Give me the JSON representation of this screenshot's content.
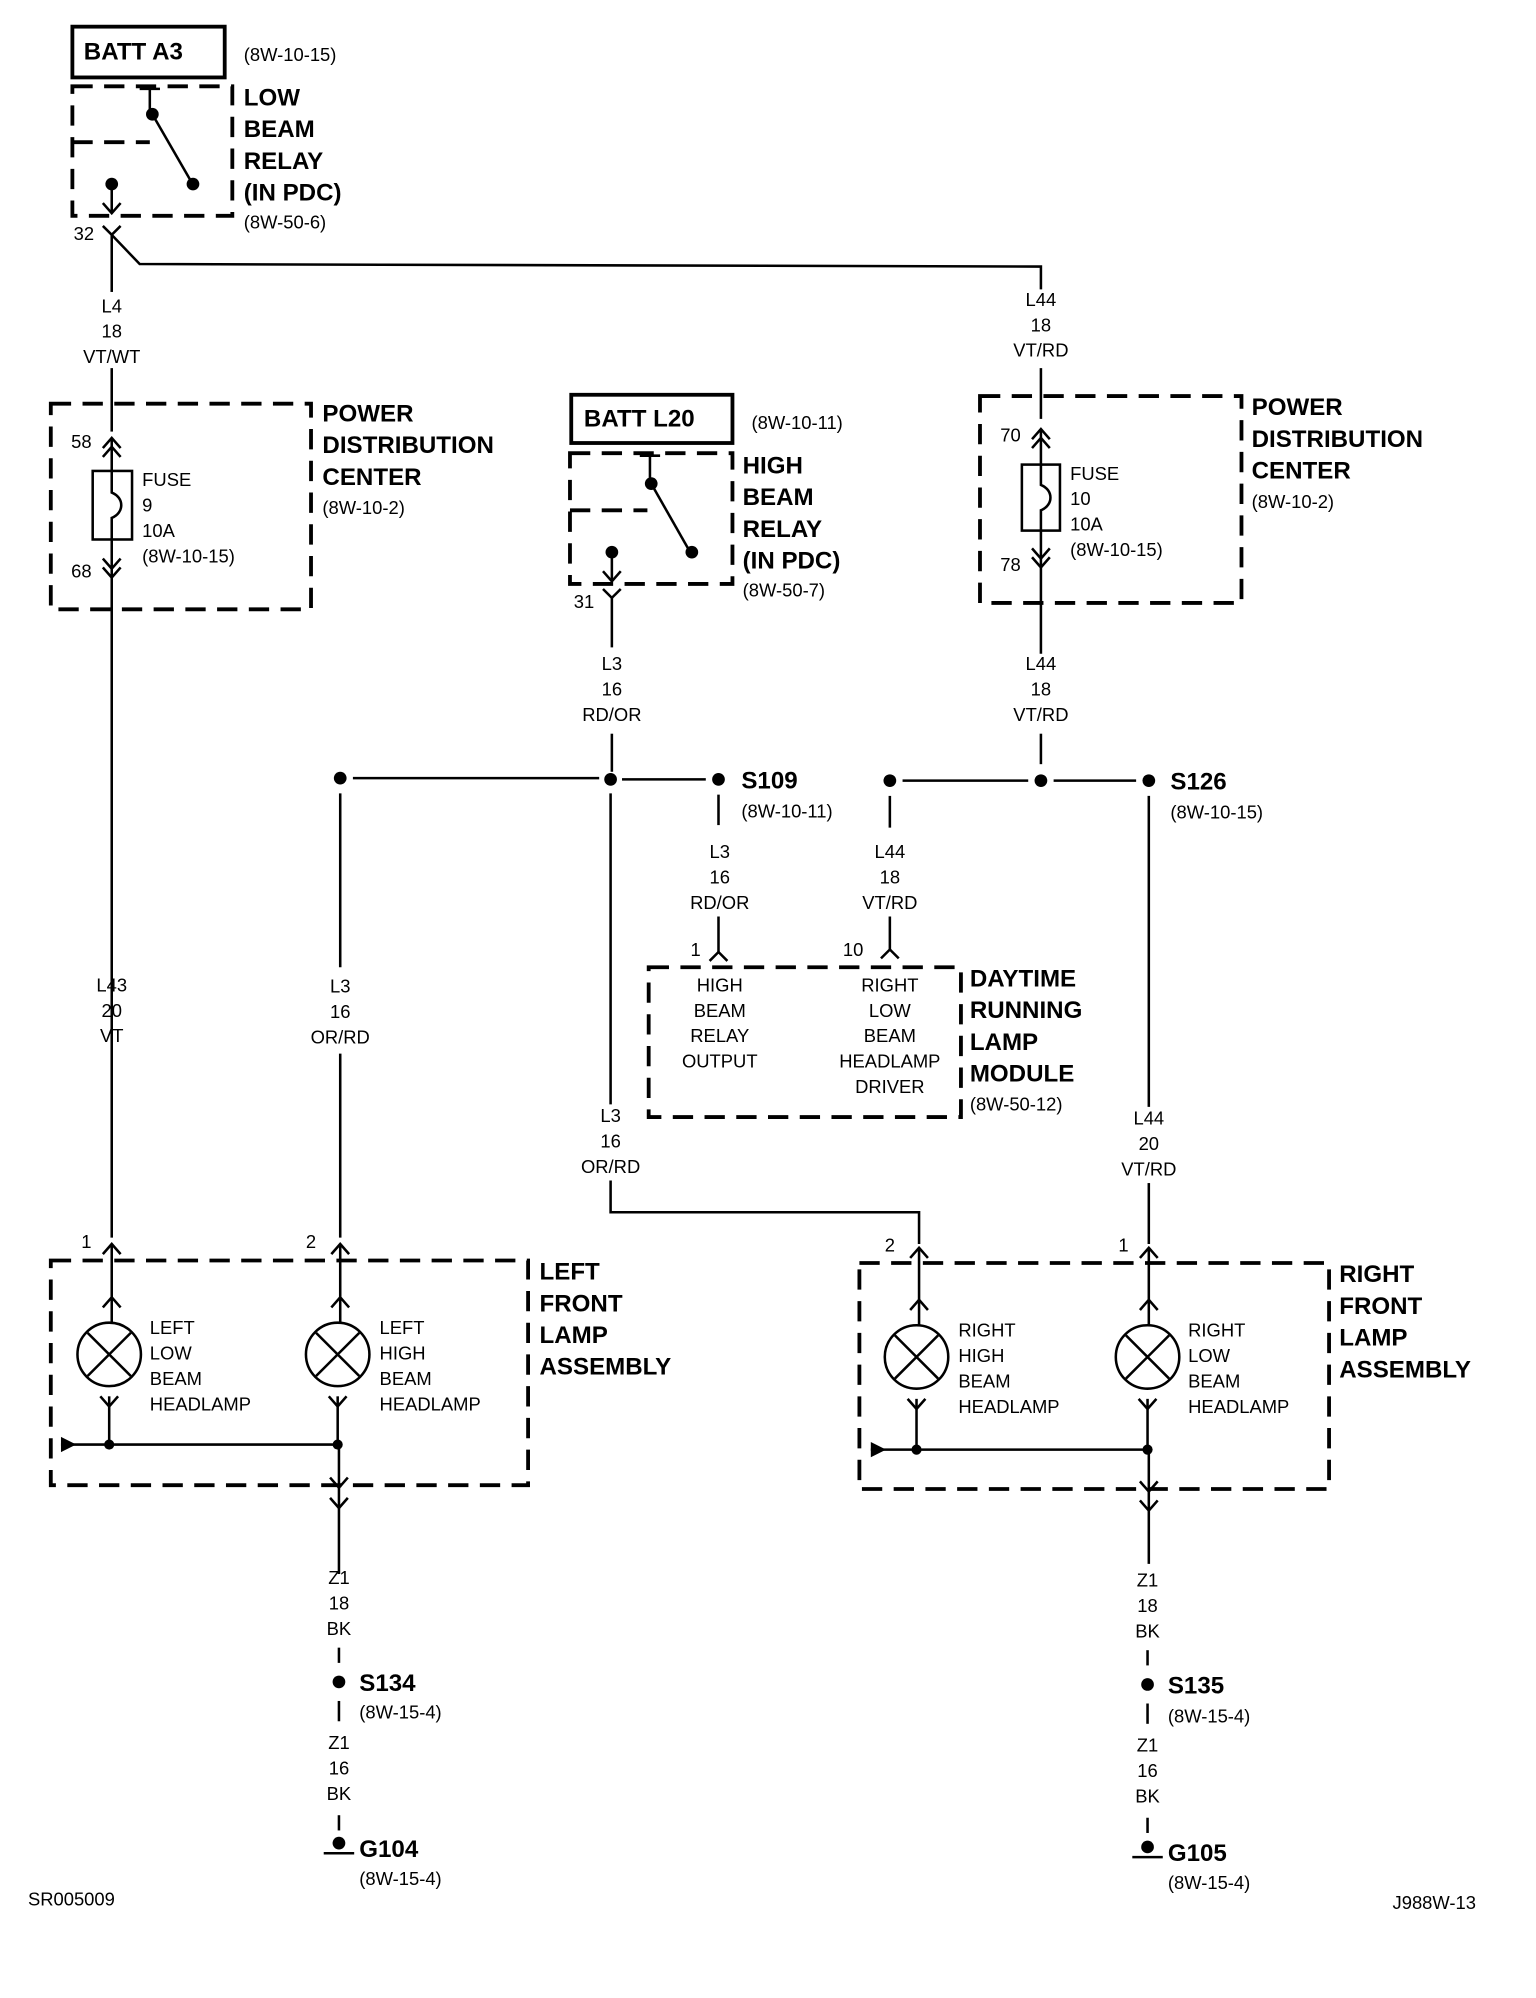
{
  "footer": {
    "left_code": "SR005009",
    "right_code": "J988W-13"
  },
  "batt_a3": {
    "label": "BATT A3",
    "ref": "(8W-10-15)"
  },
  "low_beam_relay": {
    "name": [
      "LOW",
      "BEAM",
      "RELAY",
      "(IN PDC)"
    ],
    "ref": "(8W-50-6)",
    "pin": "32"
  },
  "wire_l4": [
    "L4",
    "18",
    "VT/WT"
  ],
  "wire_l44_top": [
    "L44",
    "18",
    "VT/RD"
  ],
  "pdc_left": {
    "name": [
      "POWER",
      "DISTRIBUTION",
      "CENTER"
    ],
    "ref": "(8W-10-2)",
    "pin_in": "58",
    "pin_out": "68",
    "fuse": [
      "FUSE",
      "9",
      "10A",
      "(8W-10-15)"
    ]
  },
  "pdc_right": {
    "name": [
      "POWER",
      "DISTRIBUTION",
      "CENTER"
    ],
    "ref": "(8W-10-2)",
    "pin_in": "70",
    "pin_out": "78",
    "fuse": [
      "FUSE",
      "10",
      "10A",
      "(8W-10-15)"
    ]
  },
  "batt_l20": {
    "label": "BATT L20",
    "ref": "(8W-10-11)"
  },
  "high_beam_relay": {
    "name": [
      "HIGH",
      "BEAM",
      "RELAY",
      "(IN PDC)"
    ],
    "ref": "(8W-50-7)",
    "pin": "31"
  },
  "wire_l3_relay": [
    "L3",
    "16",
    "RD/OR"
  ],
  "wire_l44_pdc": [
    "L44",
    "18",
    "VT/RD"
  ],
  "splice_s109": {
    "label": "S109",
    "ref": "(8W-10-11)"
  },
  "splice_s126": {
    "label": "S126",
    "ref": "(8W-10-15)"
  },
  "wire_l3_drl": [
    "L3",
    "16",
    "RD/OR"
  ],
  "wire_l44_drl": [
    "L44",
    "18",
    "VT/RD"
  ],
  "drl_module": {
    "name": [
      "DAYTIME",
      "RUNNING",
      "LAMP",
      "MODULE"
    ],
    "ref": "(8W-50-12)",
    "pin_a": "1",
    "pin_b": "10",
    "input_a": [
      "HIGH",
      "BEAM",
      "RELAY",
      "OUTPUT"
    ],
    "input_b": [
      "RIGHT",
      "LOW",
      "BEAM",
      "HEADLAMP",
      "DRIVER"
    ]
  },
  "wire_l43": [
    "L43",
    "20",
    "VT"
  ],
  "wire_l3_left": [
    "L3",
    "16",
    "OR/RD"
  ],
  "wire_l3_right": [
    "L3",
    "16",
    "OR/RD"
  ],
  "wire_l44_right": [
    "L44",
    "20",
    "VT/RD"
  ],
  "left_lamp_assembly": {
    "name": [
      "LEFT",
      "FRONT",
      "LAMP",
      "ASSEMBLY"
    ],
    "pin_low": "1",
    "pin_high": "2",
    "low_lamp": [
      "LEFT",
      "LOW",
      "BEAM",
      "HEADLAMP"
    ],
    "high_lamp": [
      "LEFT",
      "HIGH",
      "BEAM",
      "HEADLAMP"
    ]
  },
  "right_lamp_assembly": {
    "name": [
      "RIGHT",
      "FRONT",
      "LAMP",
      "ASSEMBLY"
    ],
    "pin_high": "2",
    "pin_low": "1",
    "high_lamp": [
      "RIGHT",
      "HIGH",
      "BEAM",
      "HEADLAMP"
    ],
    "low_lamp": [
      "RIGHT",
      "LOW",
      "BEAM",
      "HEADLAMP"
    ]
  },
  "wire_z1_left_a": [
    "Z1",
    "18",
    "BK"
  ],
  "wire_z1_left_b": [
    "Z1",
    "16",
    "BK"
  ],
  "wire_z1_right_a": [
    "Z1",
    "18",
    "BK"
  ],
  "wire_z1_right_b": [
    "Z1",
    "16",
    "BK"
  ],
  "splice_s134": {
    "label": "S134",
    "ref": "(8W-15-4)"
  },
  "splice_s135": {
    "label": "S135",
    "ref": "(8W-15-4)"
  },
  "ground_g104": {
    "label": "G104",
    "ref": "(8W-15-4)"
  },
  "ground_g105": {
    "label": "G105",
    "ref": "(8W-15-4)"
  }
}
